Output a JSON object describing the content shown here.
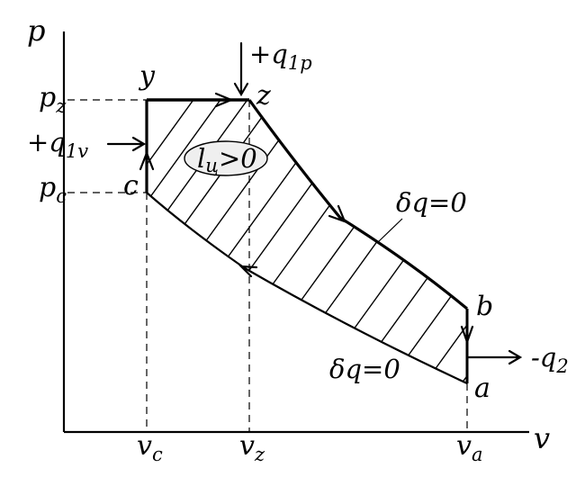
{
  "diagram": {
    "axes": {
      "y_axis_label": "p",
      "x_axis_label": "v"
    },
    "points": {
      "y": "y",
      "z": "z",
      "c": "c",
      "b": "b",
      "a": "a"
    },
    "pressure_labels": {
      "pz": {
        "main": "p",
        "sub": "z"
      },
      "pc": {
        "main": "p",
        "sub": "c"
      }
    },
    "volume_labels": {
      "vc": {
        "main": "v",
        "sub": "c"
      },
      "vz": {
        "main": "v",
        "sub": "z"
      },
      "va": {
        "main": "v",
        "sub": "a"
      }
    },
    "heat_labels": {
      "q1v": {
        "prefix": "+q",
        "sub": "1v"
      },
      "q1p": {
        "prefix": "+q",
        "sub": "1p"
      },
      "q2": {
        "prefix": "-q",
        "sub": "2"
      }
    },
    "work_label": {
      "main": "l",
      "sub": "ц",
      "relation": ">0"
    },
    "adiabatic_labels": {
      "expansion": "δq=0",
      "compression": "δq=0"
    }
  }
}
